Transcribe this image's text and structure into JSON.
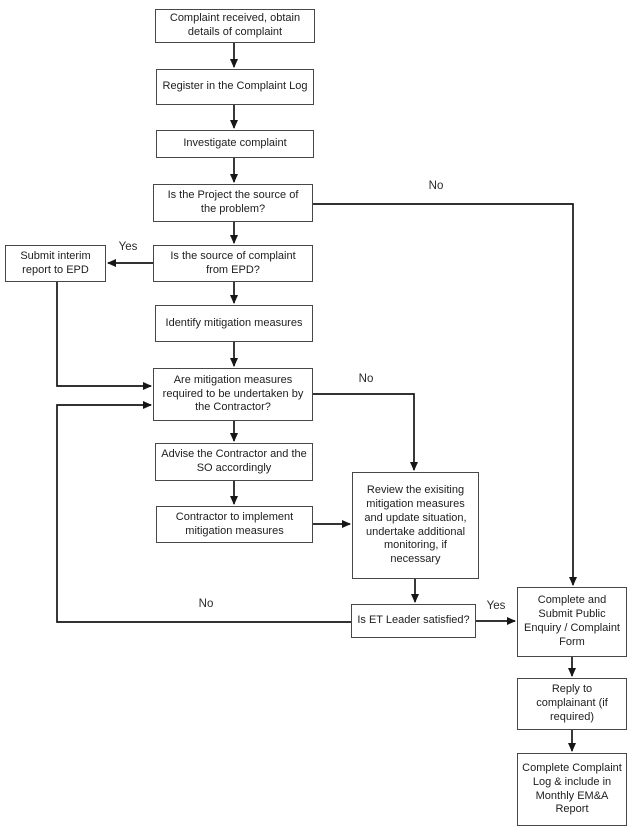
{
  "colors": {
    "background": "#ffffff",
    "box_border": "#474747",
    "connector_line": "#161616",
    "text": "#1d1d1d"
  },
  "nodes": {
    "complaint_received": "Complaint received, obtain details of complaint",
    "register_log": "Register in the Complaint Log",
    "investigate": "Investigate complaint",
    "project_source": "Is the Project the source of the problem?",
    "source_epd": "Is the source of complaint from EPD?",
    "submit_interim": "Submit interim report to EPD",
    "identify_measures": "Identify mitigation measures",
    "measures_required": "Are mitigation measures required to be undertaken by the Contractor?",
    "advise_contractor": "Advise the Contractor and the SO accordingly",
    "contractor_implement": "Contractor to implement mitigation measures",
    "review_existing": "Review the exisiting mitigation measures and update situation, undertake additional monitoring, if necessary",
    "et_leader": "Is ET Leader satisfied?",
    "complete_submit": "Complete and Submit Public Enquiry / Complaint Form",
    "reply_complainant": "Reply to complainant (if required)",
    "complete_log": "Complete Complaint Log & include in Monthly EM&A Report"
  },
  "edge_labels": {
    "project_no": "No",
    "epd_yes": "Yes",
    "measures_no": "No",
    "et_no": "No",
    "et_yes": "Yes"
  }
}
